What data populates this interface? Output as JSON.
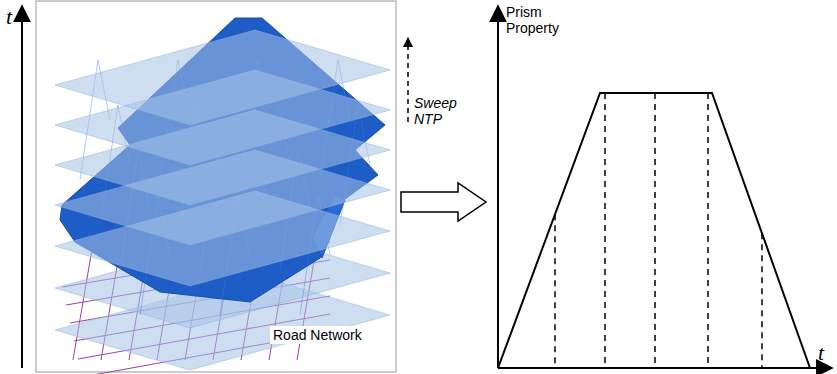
{
  "diagram": {
    "labels": [
      "t",
      "Sweep NTP",
      "Road Network",
      "Prism Property",
      "t"
    ]
  }
}
